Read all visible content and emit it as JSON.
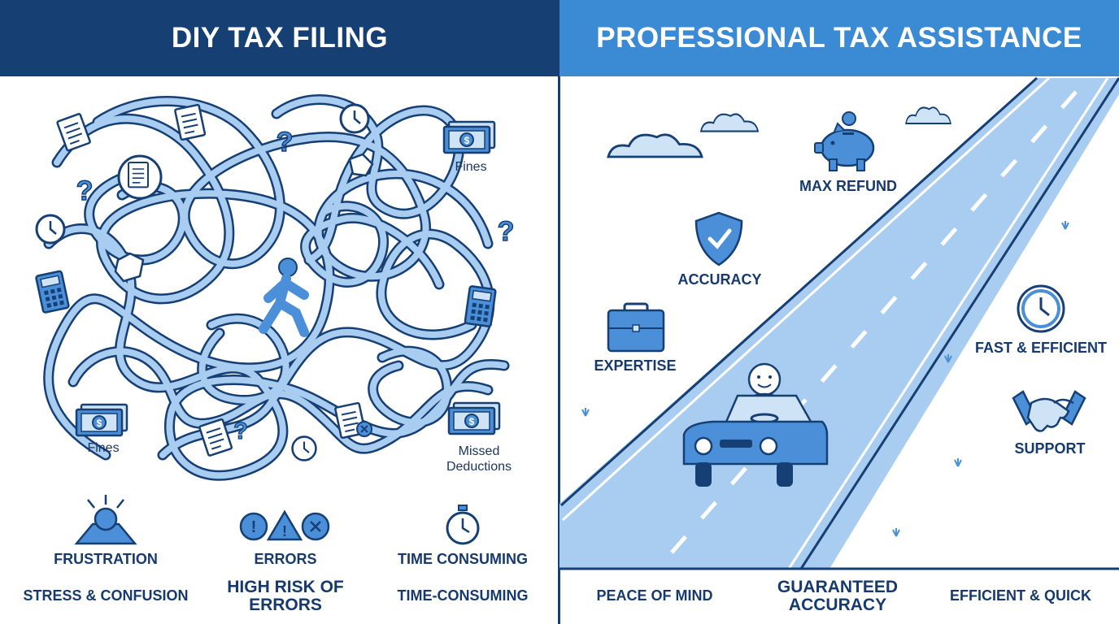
{
  "left_panel": {
    "title": "DIY TAX FILING",
    "small_labels": {
      "fines_top": "Fines",
      "fines_bottom": "Fines",
      "missed_deductions": "Missed Deductions"
    },
    "features": [
      {
        "label": "FRUSTRATION",
        "icon": "stressed-person-icon"
      },
      {
        "label": "ERRORS",
        "icon": "warning-error-icons"
      },
      {
        "label": "TIME CONSUMING",
        "icon": "stopwatch-icon"
      }
    ],
    "bottom_labels": [
      "STRESS & CONFUSION",
      "HIGH RISK OF ERRORS",
      "TIME-CONSUMING"
    ]
  },
  "right_panel": {
    "title": "PROFESSIONAL TAX ASSISTANCE",
    "features": [
      {
        "label": "MAX REFUND",
        "icon": "piggy-bank-icon"
      },
      {
        "label": "ACCURACY",
        "icon": "shield-check-icon"
      },
      {
        "label": "EXPERTISE",
        "icon": "briefcase-icon"
      },
      {
        "label": "FAST & EFFICIENT",
        "icon": "clock-icon"
      },
      {
        "label": "SUPPORT",
        "icon": "handshake-icon"
      }
    ],
    "bottom_labels": [
      "PEACE OF MIND",
      "GUARANTEED ACCURACY",
      "EFFICIENT & QUICK"
    ]
  },
  "colors": {
    "dark_navy": "#163f74",
    "header_blue": "#3b8ad4",
    "icon_blue": "#4a8fd8",
    "road_blue": "#a9cdf0",
    "text_navy": "#173a6e"
  }
}
